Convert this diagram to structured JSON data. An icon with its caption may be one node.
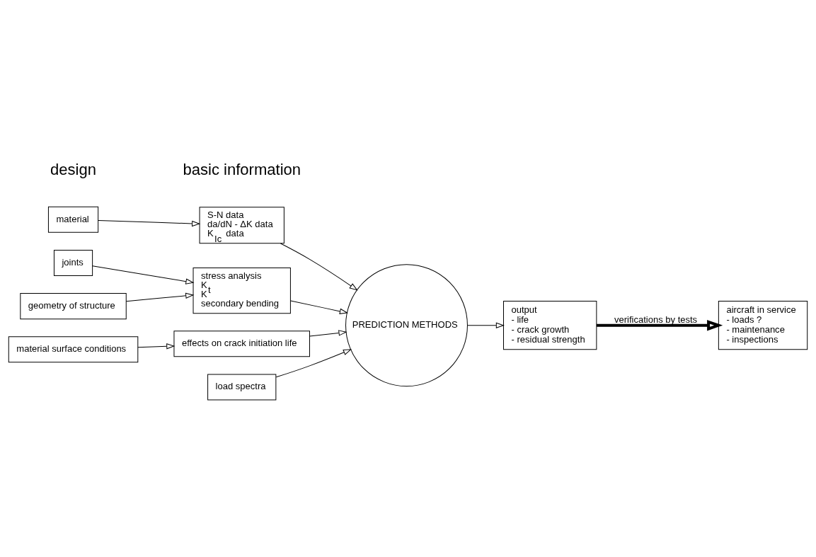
{
  "diagram": {
    "nodes": [
      {
        "text": [
          "geometry of structure"
        ]
      },
      {
        "text": [
          "joints"
        ]
      },
      {
        "text": [
          "material"
        ]
      },
      {
        "text": [
          "material surface conditions"
        ]
      },
      {
        "text": [
          "stress analysis",
          "K$_{t}$",
          "K",
          "secondary bending"
        ]
      },
      {
        "text": [
          "S-N data",
          "da/dN - ΔK data",
          "K$_{Ic}$ data"
        ]
      },
      {
        "text": [
          "effects on crack initiation life"
        ]
      },
      {
        "text": [
          "load spectra"
        ]
      },
      {
        "text": [
          "PREDICTION METHODS"
        ]
      },
      {
        "text": [
          "output",
          "- life",
          "- crack growth",
          "- residual strength"
        ]
      },
      {
        "text": [
          "aircraft in service",
          "- loads ?",
          "- maintenance",
          "- inspections"
        ]
      }
    ],
    "edges": [
      {
        "from": 0,
        "to": 4,
        "arrow": "to"
      },
      {
        "from": 1,
        "to": 4,
        "arrow": "to"
      },
      {
        "from": 2,
        "to": 5,
        "arrow": "to"
      },
      {
        "from": 3,
        "to": 6,
        "arrow": "to"
      },
      {
        "from": 4,
        "to": 8,
        "arrow": "to"
      },
      {
        "from": 5,
        "to": 8,
        "arrow": "to"
      },
      {
        "from": 6,
        "to": 8,
        "arrow": "to"
      },
      {
        "from": 7,
        "to": 8,
        "arrow": "to"
      },
      {
        "from": 8,
        "to": 9,
        "arrow": "to"
      },
      {
        "from": 9,
        "to": 10,
        "arrow": "to",
        "label": "verifications by tests",
        "style": "thick"
      }
    ],
    "labels": [
      "design",
      "basic information"
    ]
  }
}
